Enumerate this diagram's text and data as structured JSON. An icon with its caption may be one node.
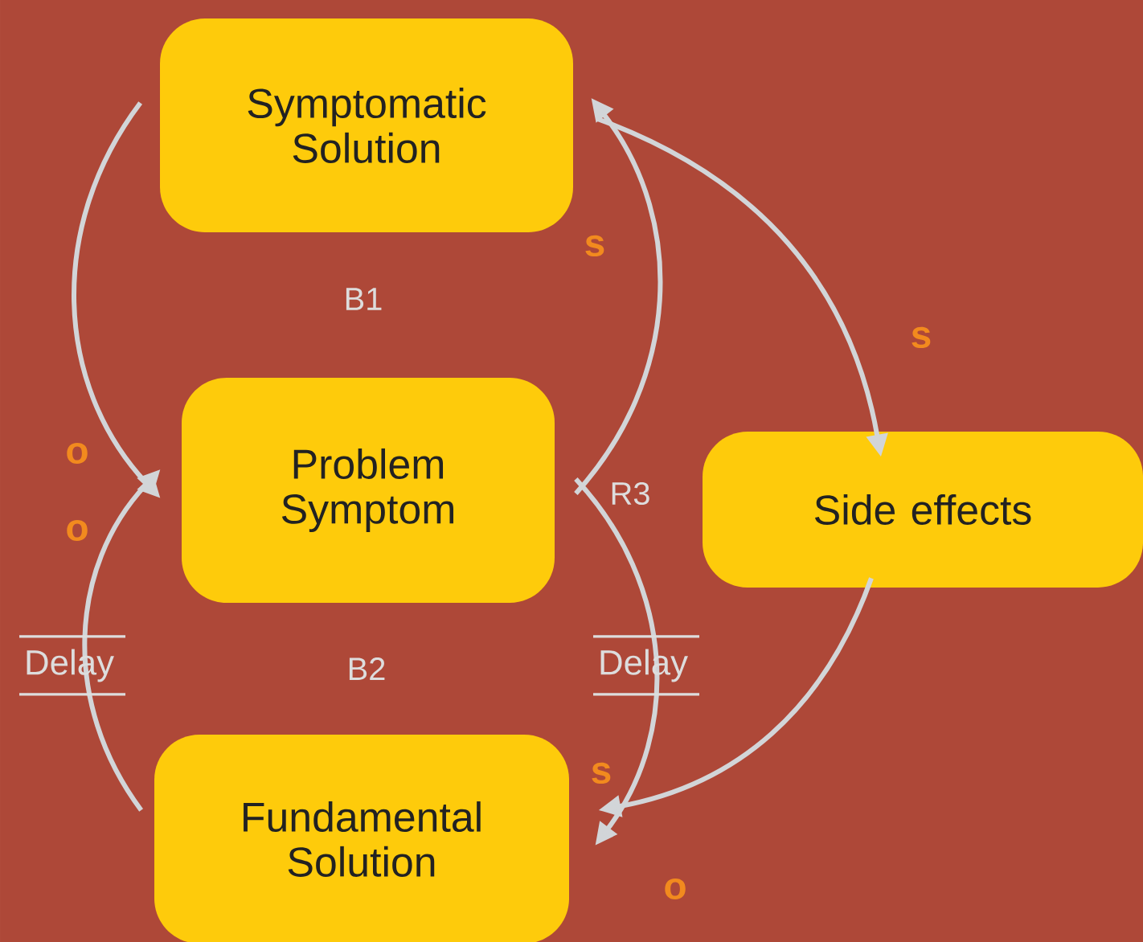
{
  "diagram": {
    "nodes": [
      {
        "text": [
          "Symptomatic Solution"
        ]
      },
      {
        "text": [
          "Problem Symptom"
        ]
      },
      {
        "text": [
          "Side effects"
        ]
      },
      {
        "text": [
          "Fundamental Solution"
        ]
      }
    ],
    "edges": [
      {
        "from": 0,
        "to": 1,
        "arrow": "to",
        "label": "o"
      },
      {
        "from": 1,
        "to": 0,
        "arrow": "to",
        "label": "s"
      },
      {
        "from": 0,
        "to": 2,
        "arrow": "to",
        "label": "s"
      },
      {
        "from": 1,
        "to": 3,
        "arrow": "to",
        "label": "s"
      },
      {
        "from": 2,
        "to": 3,
        "arrow": "to",
        "label": "o"
      },
      {
        "from": 3,
        "to": 1,
        "arrow": "to",
        "label": "o"
      }
    ],
    "labels": [
      "B1",
      "R3",
      "Delay",
      "B2",
      "Delay"
    ]
  }
}
